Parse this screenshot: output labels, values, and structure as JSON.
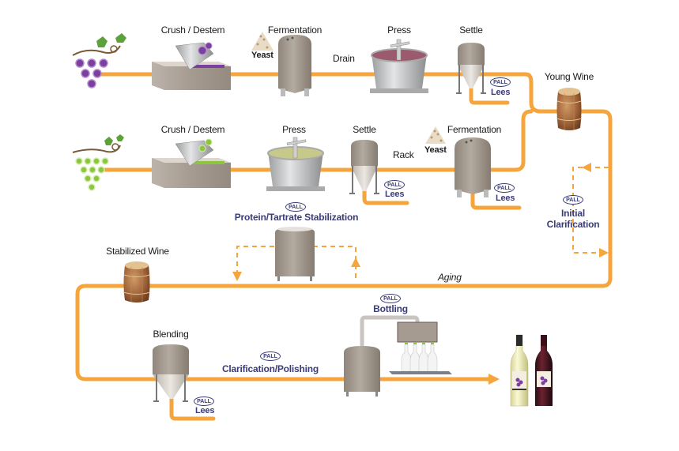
{
  "diagram": {
    "title": "Wine production process",
    "colors": {
      "pipe": "#f5a53c",
      "tank": "#a79d92",
      "steel": "#c9cacb",
      "red_grape": "#7b3fa0",
      "white_grape": "#8cc63e",
      "barrel": "#a0643a",
      "pall_blue": "#3a3c78",
      "red_must": "#9b5a6e",
      "white_must": "#c6c98a"
    },
    "red_line": {
      "start_icon": "red-grapes-icon",
      "steps": [
        {
          "label": "Crush / Destem",
          "icon": "crusher-destemmer-icon"
        },
        {
          "label": "Fermentation",
          "icon": "fermentation-tank-icon",
          "additive": "Yeast"
        },
        {
          "label": "Drain",
          "icon": "flow-label"
        },
        {
          "label": "Press",
          "icon": "wine-press-icon"
        },
        {
          "label": "Settle",
          "icon": "settling-tank-icon",
          "byproduct": "Lees",
          "pall": true
        }
      ]
    },
    "white_line": {
      "start_icon": "white-grapes-icon",
      "steps": [
        {
          "label": "Crush / Destem",
          "icon": "crusher-destemmer-icon"
        },
        {
          "label": "Press",
          "icon": "wine-press-icon"
        },
        {
          "label": "Settle",
          "icon": "settling-tank-icon",
          "byproduct": "Lees",
          "pall": true
        },
        {
          "label": "Rack",
          "icon": "flow-label"
        },
        {
          "label": "Fermentation",
          "icon": "fermentation-tank-icon",
          "additive": "Yeast",
          "byproduct": "Lees",
          "pall": true
        }
      ]
    },
    "young_wine": "Young Wine",
    "initial_clarification": {
      "line1": "Initial",
      "line2": "Clarification",
      "pall": true
    },
    "aging": "Aging",
    "stabilization": {
      "label": "Protein/Tartrate Stabilization",
      "pall": true
    },
    "stabilized_wine": "Stabilized Wine",
    "blending": {
      "label": "Blending",
      "byproduct": "Lees",
      "pall": true
    },
    "clarification_polishing": {
      "label": "Clarification/Polishing",
      "pall": true
    },
    "bottling": {
      "label": "Bottling",
      "pall": true
    },
    "final_products": [
      "white-wine-bottle",
      "red-wine-bottle"
    ],
    "pall_badge": "PALL"
  }
}
